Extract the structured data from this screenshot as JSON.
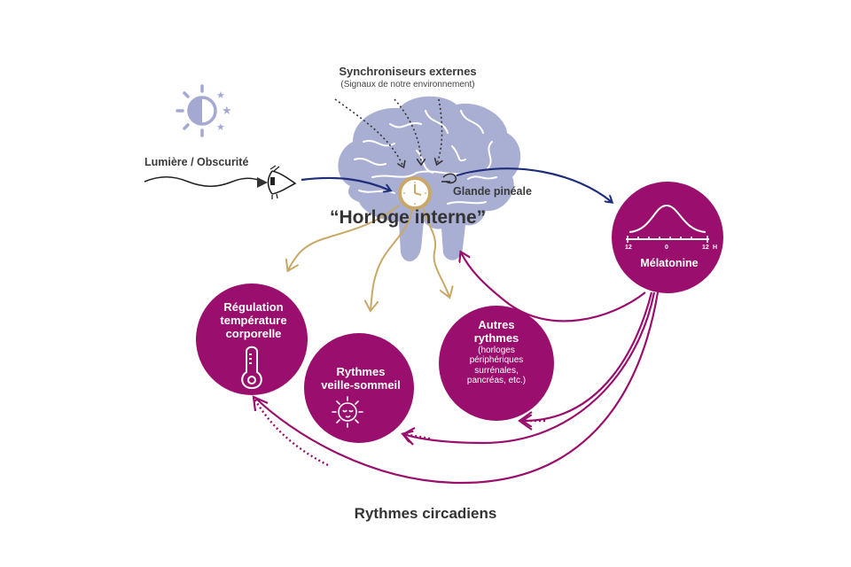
{
  "title": "Rythmes circadiens",
  "external_sync": {
    "title": "Synchroniseurs externes",
    "subtitle": "(Signaux de notre environnement)"
  },
  "light_input": {
    "label": "Lumière / Obscurité",
    "icon": "sun-moon-icon",
    "receptor_icon": "eye-icon"
  },
  "brain": {
    "clock_label": "“Horloge interne”",
    "clock_icon": "clock-icon",
    "pineal_label": "Glande pinéale",
    "pineal_icon": "pineal-gland-icon"
  },
  "melatonin": {
    "label": "Mélatonine",
    "axis_ticks": [
      "12",
      "0",
      "12",
      "H"
    ]
  },
  "outputs": [
    {
      "id": "temperature",
      "lines": [
        "Régulation",
        "température",
        "corporelle"
      ],
      "icon": "thermometer-icon"
    },
    {
      "id": "sleep",
      "lines": [
        "Rythmes",
        "veille-sommeil"
      ],
      "icon": "sun-face-icon"
    },
    {
      "id": "other",
      "lines": [
        "Autres",
        "rythmes"
      ],
      "detail": [
        "(horloges",
        "périphériques",
        "surrénales,",
        "pancréas, etc.)"
      ]
    }
  ],
  "colors": {
    "purple": "#9a0f6e",
    "navy": "#1f2d7a",
    "brain": "#a9aed3",
    "gold": "#c9a867",
    "text": "#333333",
    "icon_lavender": "#a4a9d2"
  }
}
